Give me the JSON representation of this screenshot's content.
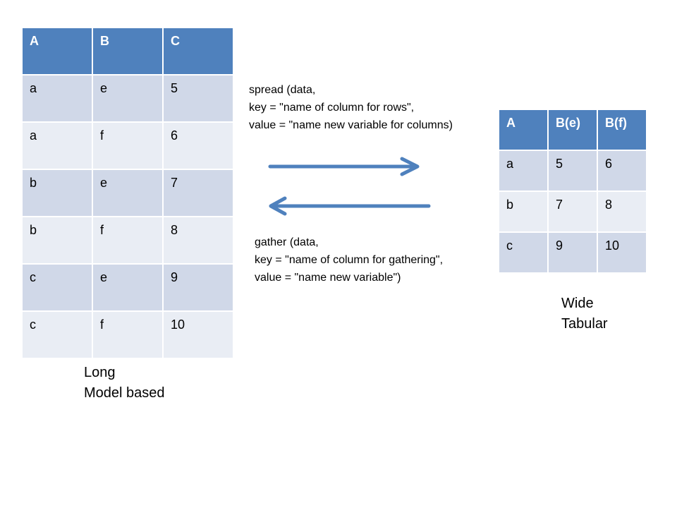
{
  "long_table": {
    "headers": [
      "A",
      "B",
      "C"
    ],
    "rows": [
      [
        "a",
        "e",
        "5"
      ],
      [
        "a",
        "f",
        "6"
      ],
      [
        "b",
        "e",
        "7"
      ],
      [
        "b",
        "f",
        "8"
      ],
      [
        "c",
        "e",
        "9"
      ],
      [
        "c",
        "f",
        "10"
      ]
    ],
    "caption_line1": "Long",
    "caption_line2": "Model based"
  },
  "wide_table": {
    "headers": [
      "A",
      "B(e)",
      "B(f)"
    ],
    "rows": [
      [
        "a",
        "5",
        "6"
      ],
      [
        "b",
        "7",
        "8"
      ],
      [
        "c",
        "9",
        "10"
      ]
    ],
    "caption_line1": "Wide",
    "caption_line2": "Tabular"
  },
  "spread": {
    "line1": "spread (data,",
    "line2": "key = \"name of column for rows\",",
    "line3": "value = \"name new variable for columns)"
  },
  "gather": {
    "line1": "gather (data,",
    "line2": "key = \"name of column for gathering\",",
    "line3": "value = \"name new variable\")"
  },
  "colors": {
    "header_fill": "#4f81bd",
    "row_fill_dark": "#d0d8e8",
    "row_fill_light": "#e9edf4",
    "arrow": "#4f81bd"
  }
}
